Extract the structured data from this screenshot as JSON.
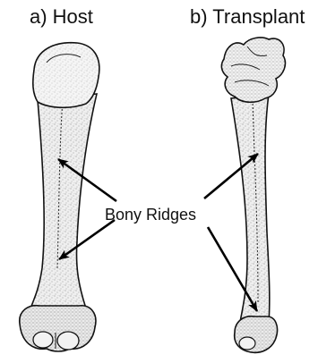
{
  "figure": {
    "panel_a_label": "a) Host",
    "panel_b_label": "b) Transplant",
    "annotation": "Bony Ridges",
    "colors": {
      "ink": "#111111",
      "bone_fill": "#efefef",
      "stipple": "#555555",
      "background": "#ffffff"
    }
  }
}
